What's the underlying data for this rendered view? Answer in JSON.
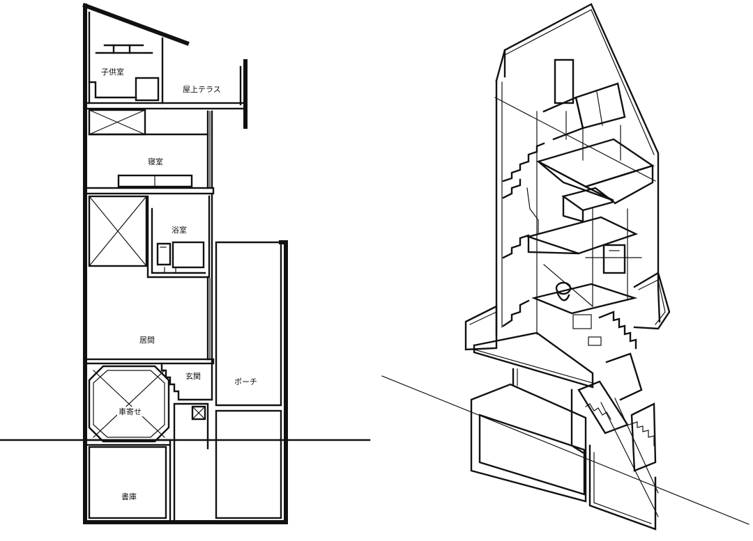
{
  "section": {
    "rooms": {
      "kids_room": "子供室",
      "roof_terrace": "屋上テラス",
      "bedroom": "寝室",
      "bathroom": "浴室",
      "living": "居間",
      "entrance": "玄関",
      "porch": "ポーチ",
      "carport": "車寄せ",
      "library": "書庫"
    }
  },
  "colors": {
    "line": "#111111",
    "background": "#ffffff"
  }
}
